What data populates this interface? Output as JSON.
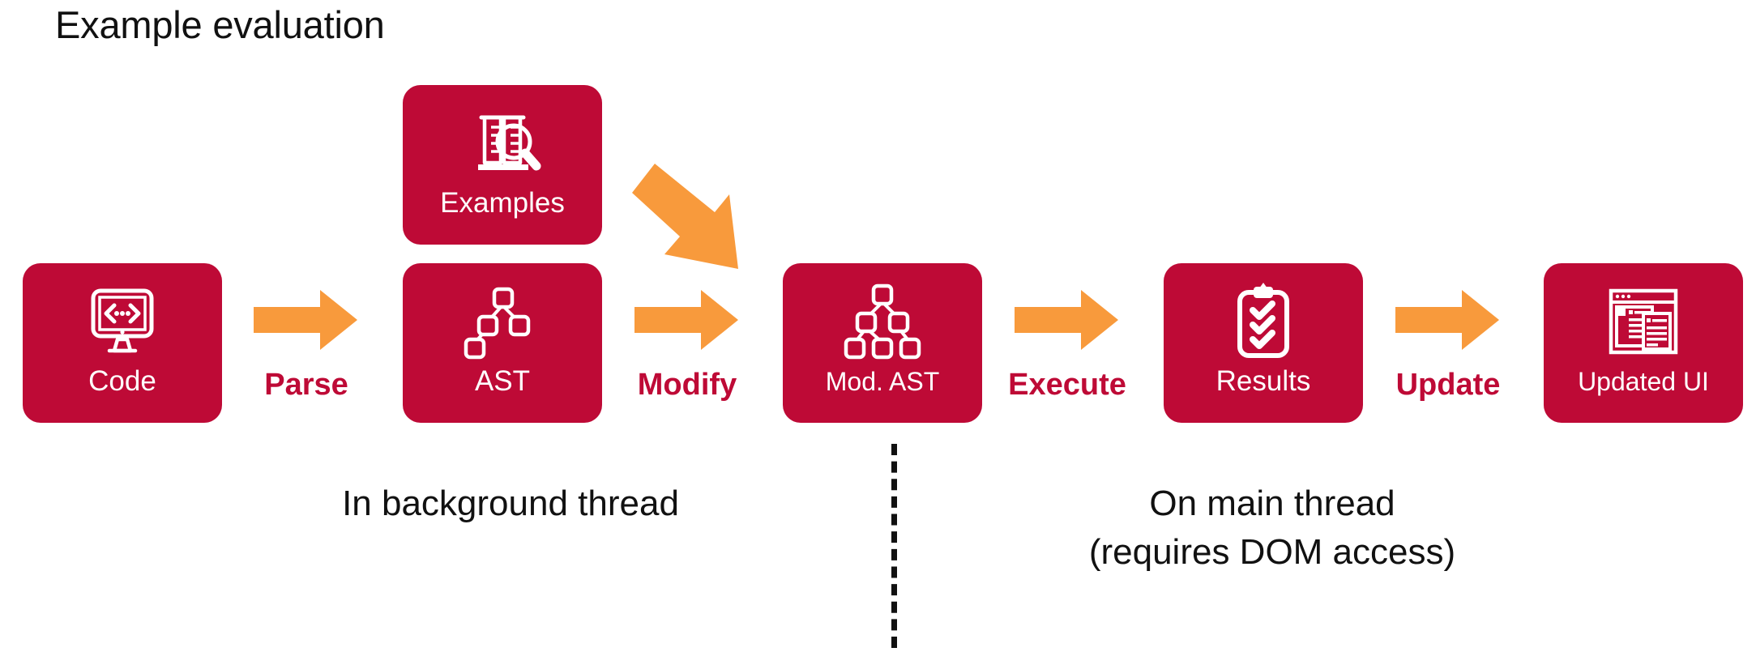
{
  "slide": {
    "title": "Example evaluation",
    "colors": {
      "card_fill": "#BE0A36",
      "arrow_fill": "#F89A3C",
      "label_text": "#BE0A36",
      "card_text": "#FFFFFF",
      "caption_text": "#111111",
      "background": "#FFFFFF"
    }
  },
  "pipeline": {
    "cards": [
      {
        "id": "code",
        "label": "Code",
        "icon": "monitor-code-icon"
      },
      {
        "id": "examples",
        "label": "Examples",
        "icon": "test-tubes-magnifier-icon"
      },
      {
        "id": "ast",
        "label": "AST",
        "icon": "tree-nodes-icon"
      },
      {
        "id": "mod-ast",
        "label": "Mod. AST",
        "icon": "tree-nodes-full-icon"
      },
      {
        "id": "results",
        "label": "Results",
        "icon": "clipboard-checks-icon"
      },
      {
        "id": "updated-ui",
        "label": "Updated UI",
        "icon": "browser-window-icon"
      }
    ],
    "arrows": [
      {
        "id": "parse",
        "label": "Parse",
        "from": "code",
        "to": "ast",
        "direction": "right"
      },
      {
        "id": "modify",
        "label": "Modify",
        "from": "ast",
        "to": "mod-ast",
        "direction": "right"
      },
      {
        "id": "execute",
        "label": "Execute",
        "from": "mod-ast",
        "to": "results",
        "direction": "right"
      },
      {
        "id": "update",
        "label": "Update",
        "from": "results",
        "to": "updated-ui",
        "direction": "right"
      },
      {
        "id": "feed",
        "label": "",
        "from": "examples",
        "to": "mod-ast",
        "direction": "diagonal-down-right"
      }
    ]
  },
  "annotations": {
    "background_thread": "In background thread",
    "main_thread_line1": "On main thread",
    "main_thread_line2": "(requires DOM access)",
    "divider_style": "dashed-vertical"
  }
}
